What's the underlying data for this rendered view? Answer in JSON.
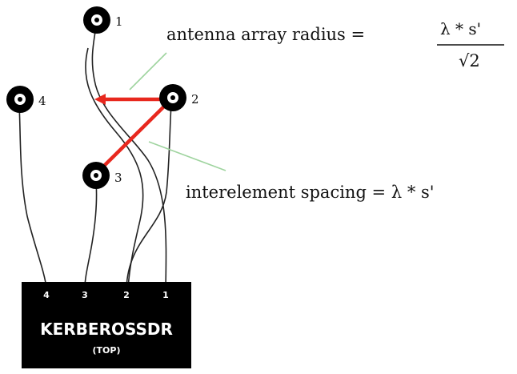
{
  "antennas": [
    {
      "id": "1",
      "label": "1"
    },
    {
      "id": "2",
      "label": "2"
    },
    {
      "id": "3",
      "label": "3"
    },
    {
      "id": "4",
      "label": "4"
    }
  ],
  "formulas": {
    "radius_text": "antenna array radius =",
    "radius_numerator": "λ * s'",
    "radius_denominator": "√2",
    "spacing_text": "interelement spacing = λ * s'"
  },
  "device": {
    "name": "KERBEROSSDR",
    "subtitle": "(TOP)",
    "ports": [
      "4",
      "3",
      "2",
      "1"
    ]
  },
  "colors": {
    "highlight": "#e8281e",
    "pointer": "#9fd49f",
    "device_fill": "#000000",
    "wire": "#222222"
  }
}
